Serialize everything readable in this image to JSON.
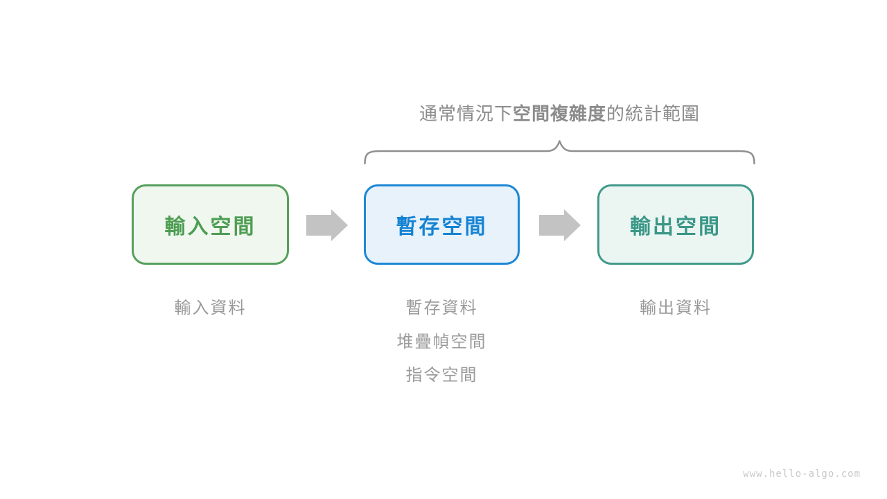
{
  "annotation": {
    "prefix": "通常情況下",
    "bold": "空間複雜度",
    "suffix": "的統計範圍",
    "color": "#8c8c8c"
  },
  "brace": {
    "color": "#8f8f8f"
  },
  "boxes": [
    {
      "id": "input-space",
      "label": "輸入空間",
      "border_color": "#56a05c",
      "text_color": "#4d9e53",
      "background": "#f0f7ee"
    },
    {
      "id": "temp-space",
      "label": "暫存空間",
      "border_color": "#1c87d5",
      "text_color": "#1583d3",
      "background": "#e8f2fb"
    },
    {
      "id": "output-space",
      "label": "輸出空間",
      "border_color": "#41998b",
      "text_color": "#3b9788",
      "background": "#ebf5f2"
    }
  ],
  "arrows": {
    "color": "#c3c3c3"
  },
  "captions": {
    "color": "#9a9a9a",
    "input": [
      "輸入資料"
    ],
    "temp": [
      "暫存資料",
      "堆疊幀空間",
      "指令空間"
    ],
    "output": [
      "輸出資料"
    ]
  },
  "watermark": "www.hello-algo.com"
}
